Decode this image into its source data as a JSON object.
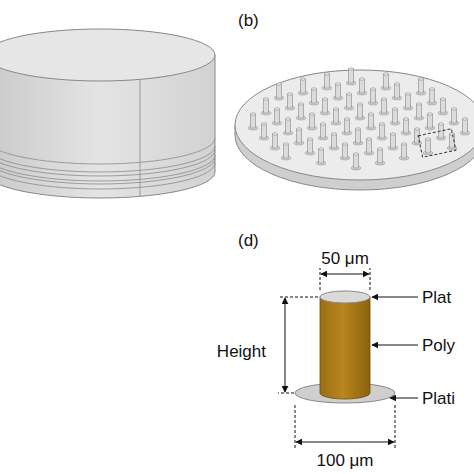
{
  "diagram": {
    "labels": [
      "(b)",
      "(d)",
      "50 μm",
      "Height",
      "Plat",
      "Poly",
      "Plati",
      "100 μm"
    ]
  }
}
